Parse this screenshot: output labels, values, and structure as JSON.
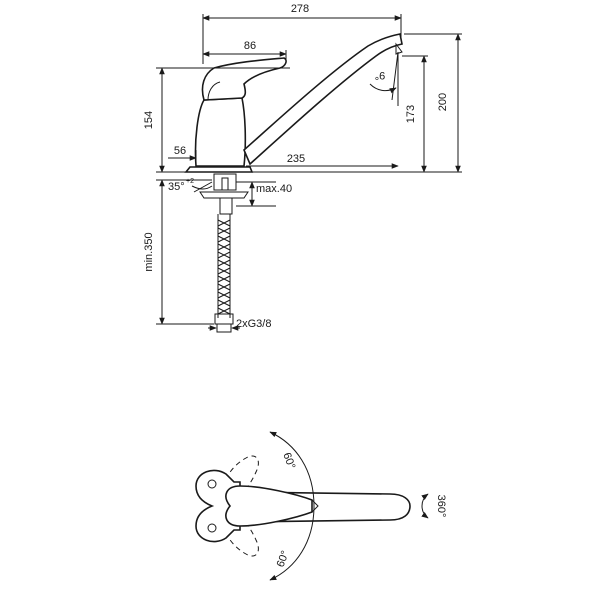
{
  "drawing": {
    "side_view": {
      "dim_overall_length": "278",
      "dim_handle_width": "86",
      "dim_spout_angle": "9°",
      "dim_body_height": "154",
      "dim_spout_height": "173",
      "dim_overall_height": "200",
      "dim_base_width": "56",
      "dim_reach": "235",
      "dim_tilt_angle": "35°",
      "dim_tilt_tolerance": "+2",
      "dim_deck_thickness": "max.40",
      "dim_hose_length": "min.350",
      "dim_connection": "2xG3/8"
    },
    "top_view": {
      "dim_handle_rotation_up": "60°",
      "dim_handle_rotation_down": "60°",
      "dim_spout_rotation": "360°"
    }
  }
}
